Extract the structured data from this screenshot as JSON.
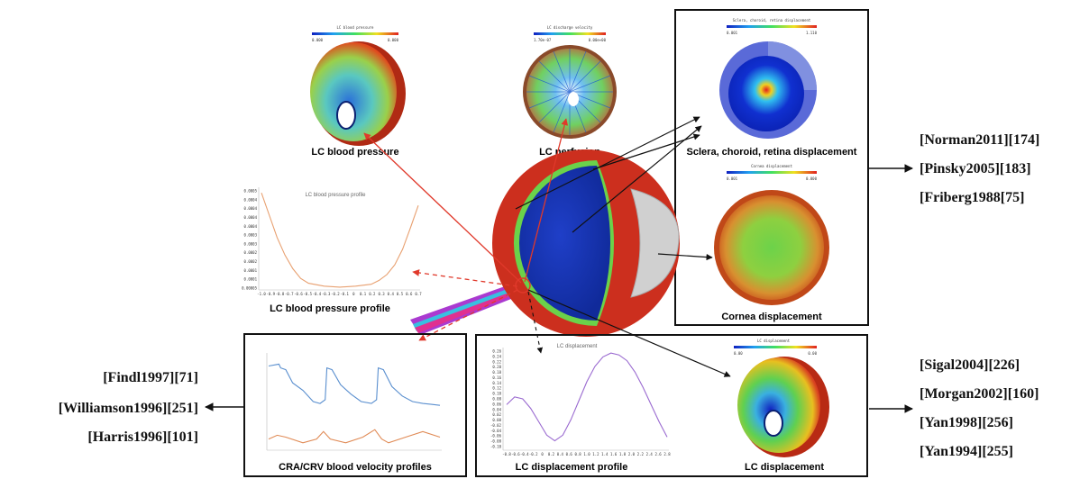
{
  "panels": {
    "lc_blood_pressure": {
      "caption": "LC blood pressure",
      "header": "LC blood pressure",
      "scale_min": "0.000",
      "scale_max": "0.000"
    },
    "lc_perfusion": {
      "caption": "LC perfusion",
      "header": "LC discharge velocity",
      "scale_min": "1.70e-07",
      "scale_max": "0.00e+00"
    },
    "sclera_displacement": {
      "caption": "Sclera, choroid, retina displacement",
      "header": "Sclera, choroid, retina displacement",
      "scale_min": "0.001",
      "scale_max": "1.110"
    },
    "cornea_displacement": {
      "caption": "Cornea displacement",
      "header": "Cornea displacement",
      "scale_min": "0.001",
      "scale_max": "0.000"
    },
    "lc_displacement": {
      "caption": "LC displacement",
      "header": "LC displacement",
      "scale_min": "0.00",
      "scale_max": "0.00"
    }
  },
  "references": {
    "top_right": [
      "[Norman2011][174]",
      "[Pinsky2005][183]",
      "[Friberg1988[75]"
    ],
    "bottom_right": [
      "[Sigal2004][226]",
      "[Morgan2002][160]",
      "[Yan1998][256]",
      "[Yan1994][255]"
    ],
    "left": [
      "[Findl1997][71]",
      "[Williamson1996][251]",
      "[Harris1996][101]"
    ]
  },
  "colors": {
    "eye_outer": "#cc2f1e",
    "retina_blue": "#1f3fc8",
    "choroid_green": "#6bd24a",
    "arrow_red": "#e0392b",
    "arrow_black": "#111111"
  },
  "chart_data": [
    {
      "type": "line",
      "title": "LC blood pressure profile",
      "legend": "LC blood pressure profile",
      "ylabels": [
        "0.0005",
        "0.0004",
        "0.0004",
        "0.0004",
        "0.0004",
        "0.0003",
        "0.0003",
        "0.0002",
        "0.0002",
        "0.0001",
        "0.0001",
        "0.00005"
      ],
      "xlabels": [
        "-1.0",
        "-0.9",
        "-0.8",
        "-0.7",
        "-0.6",
        "-0.5",
        "-0.4",
        "-0.3",
        "-0.2",
        "-0.1",
        "0",
        "0.1",
        "0.2",
        "0.3",
        "0.4",
        "0.5",
        "0.6",
        "0.7"
      ],
      "x": [
        0,
        0.05,
        0.1,
        0.15,
        0.2,
        0.25,
        0.3,
        0.4,
        0.5,
        0.6,
        0.7,
        0.75,
        0.8,
        0.85,
        0.9,
        0.95,
        1.0
      ],
      "y": [
        0.98,
        0.75,
        0.52,
        0.34,
        0.2,
        0.1,
        0.05,
        0.02,
        0.01,
        0.02,
        0.04,
        0.08,
        0.14,
        0.24,
        0.4,
        0.62,
        0.85
      ]
    },
    {
      "type": "line",
      "title": "CRA/CRV blood velocity profiles",
      "series": [
        {
          "color": "#5a8fcf",
          "x": [
            0,
            0.06,
            0.07,
            0.1,
            0.14,
            0.2,
            0.26,
            0.3,
            0.33,
            0.34,
            0.37,
            0.42,
            0.48,
            0.54,
            0.6,
            0.63,
            0.64,
            0.67,
            0.72,
            0.78,
            0.84,
            0.9,
            0.95,
            1.0
          ],
          "y": [
            0.88,
            0.9,
            0.86,
            0.84,
            0.7,
            0.62,
            0.5,
            0.48,
            0.52,
            0.86,
            0.84,
            0.68,
            0.58,
            0.5,
            0.48,
            0.52,
            0.86,
            0.84,
            0.66,
            0.56,
            0.5,
            0.48,
            0.47,
            0.46
          ]
        },
        {
          "color": "#e08a55",
          "x": [
            0,
            0.05,
            0.1,
            0.2,
            0.28,
            0.32,
            0.36,
            0.45,
            0.55,
            0.62,
            0.66,
            0.7,
            0.8,
            0.9,
            1.0
          ],
          "y": [
            0.1,
            0.14,
            0.12,
            0.06,
            0.1,
            0.18,
            0.1,
            0.06,
            0.12,
            0.2,
            0.1,
            0.06,
            0.12,
            0.18,
            0.12
          ]
        }
      ]
    },
    {
      "type": "line",
      "title": "LC displacement profile",
      "legend": "LC displacement",
      "ylabels": [
        "0.26",
        "0.24",
        "0.22",
        "0.20",
        "0.18",
        "0.16",
        "0.14",
        "0.12",
        "0.10",
        "0.08",
        "0.06",
        "0.04",
        "0.02",
        "0.00",
        "-0.02",
        "-0.04",
        "-0.06",
        "-0.08",
        "-0.10"
      ],
      "xlabels": [
        "-0.8",
        "-0.6",
        "-0.4",
        "-0.2",
        "0",
        "0.2",
        "0.4",
        "0.6",
        "0.8",
        "1.0",
        "1.2",
        "1.4",
        "1.6",
        "1.8",
        "2.0",
        "2.2",
        "2.4",
        "2.6",
        "2.8"
      ],
      "x": [
        0,
        0.05,
        0.1,
        0.15,
        0.2,
        0.25,
        0.3,
        0.35,
        0.4,
        0.45,
        0.5,
        0.55,
        0.6,
        0.65,
        0.7,
        0.75,
        0.8,
        0.85,
        0.9,
        0.95,
        1.0
      ],
      "y": [
        0.44,
        0.52,
        0.5,
        0.4,
        0.26,
        0.12,
        0.06,
        0.12,
        0.28,
        0.48,
        0.68,
        0.84,
        0.94,
        0.98,
        0.96,
        0.9,
        0.78,
        0.62,
        0.44,
        0.26,
        0.1
      ]
    }
  ]
}
